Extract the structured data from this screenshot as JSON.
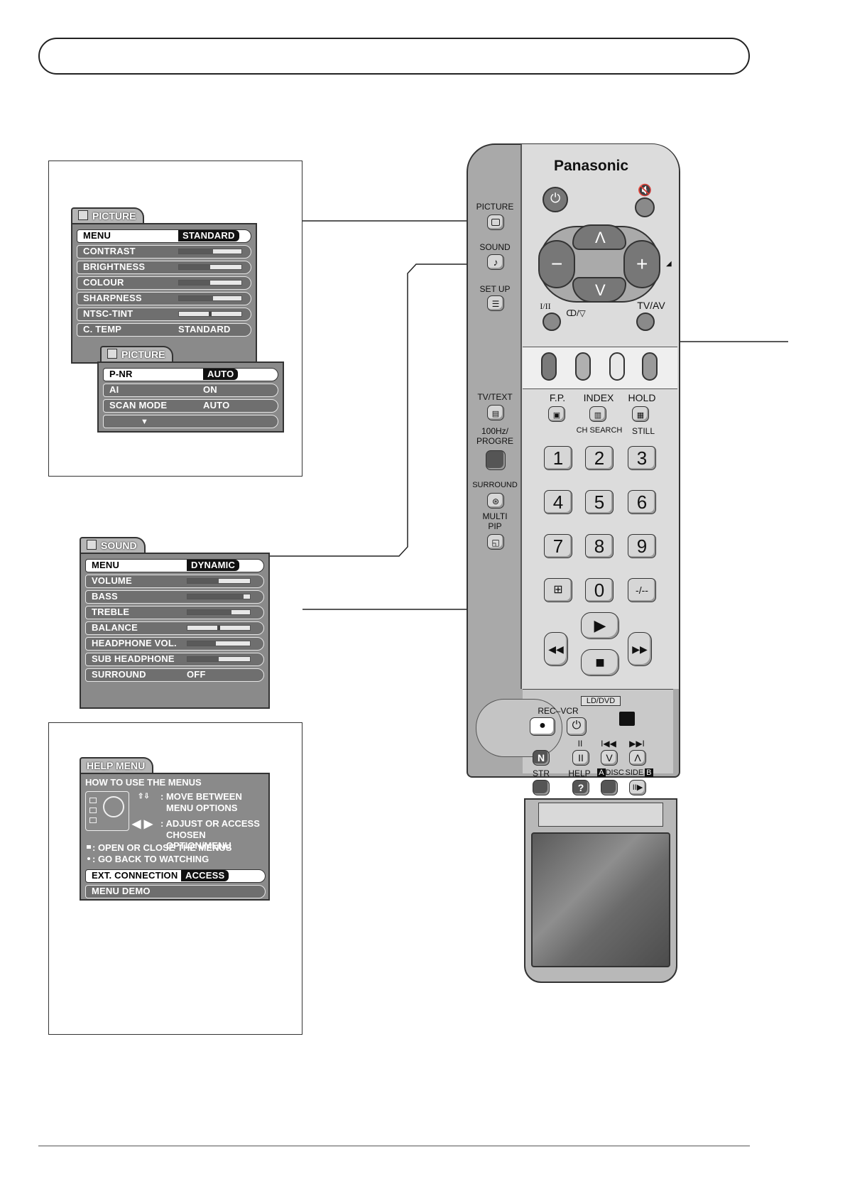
{
  "picture_menu": {
    "title": "PICTURE",
    "rows": [
      {
        "label": "MENU",
        "value": "STANDARD"
      },
      {
        "label": "CONTRAST"
      },
      {
        "label": "BRIGHTNESS"
      },
      {
        "label": "COLOUR"
      },
      {
        "label": "SHARPNESS"
      },
      {
        "label": "NTSC-TINT"
      },
      {
        "label": "C. TEMP",
        "value": "STANDARD"
      }
    ],
    "levels": [
      0.55,
      0.5,
      0.5,
      0.55,
      0.5
    ]
  },
  "picture_menu_2": {
    "title": "PICTURE",
    "rows": [
      {
        "label": "P-NR",
        "value": "AUTO"
      },
      {
        "label": "AI",
        "value": "ON"
      },
      {
        "label": "SCAN MODE",
        "value": "AUTO"
      }
    ],
    "more": "▼"
  },
  "sound_menu": {
    "title": "SOUND",
    "rows": [
      {
        "label": "MENU",
        "value": "DYNAMIC"
      },
      {
        "label": "VOLUME"
      },
      {
        "label": "BASS"
      },
      {
        "label": "TREBLE"
      },
      {
        "label": "BALANCE"
      },
      {
        "label": "HEADPHONE VOL."
      },
      {
        "label": "SUB HEADPHONE"
      },
      {
        "label": "SURROUND",
        "value": "OFF"
      }
    ],
    "levels": [
      0.5,
      0.9,
      0.7,
      0.5,
      0.45,
      0.5
    ]
  },
  "help_menu": {
    "title": "HELP MENU",
    "heading": "HOW TO USE THE MENUS",
    "line1a": ": MOVE BETWEEN",
    "line1b": "MENU OPTIONS",
    "line2a": ": ADJUST OR ACCESS",
    "line2b": "CHOSEN OPTION/MENU",
    "line3": ": OPEN OR CLOSE THE MENUS",
    "line4": ": GO BACK TO WATCHING",
    "row1_label": "EXT. CONNECTION",
    "row1_value": "ACCESS",
    "row2_label": "MENU DEMO"
  },
  "remote": {
    "brand": "Panasonic",
    "side": {
      "picture": "PICTURE",
      "sound": "SOUND",
      "setup": "SET UP",
      "tvtext": "TV/TEXT",
      "hz100_line1": "100Hz/",
      "hz100_line2": "PROGRE",
      "surround": "SURROUND",
      "multipip_line1": "MULTI",
      "multipip_line2": "PIP"
    },
    "labels": {
      "i_ii": "I/II",
      "stereo": "ↀ/▽",
      "tvav": "TV/AV",
      "fp": "F.P.",
      "index": "INDEX",
      "hold": "HOLD",
      "chsearch": "CH SEARCH",
      "still": "STILL",
      "lddvd": "LD/DVD",
      "recvcr": "REC–VCR",
      "pause": "II",
      "prev": "I◀◀",
      "next": "▶▶I",
      "n": "N",
      "str": "STR",
      "help": "HELP",
      "disc_a": "A",
      "disc": "DISC",
      "side": "SIDE",
      "side_b": "B"
    },
    "numbers": [
      "1",
      "2",
      "3",
      "4",
      "5",
      "6",
      "7",
      "8",
      "9",
      "0"
    ],
    "digit_sel": "-/--",
    "vol_minus": "−",
    "vol_plus": "+",
    "ch_up": "Λ",
    "ch_down": "V",
    "help_key": "?",
    "n_key": "N"
  }
}
